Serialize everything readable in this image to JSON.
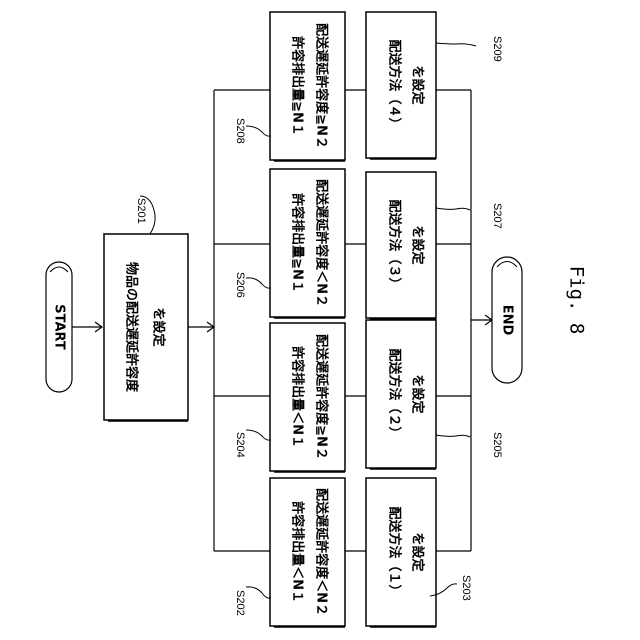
{
  "diagram": {
    "start": "START",
    "end": "END",
    "set_box": {
      "line1": "物品の配送遅延許容度",
      "line2": "を設定"
    },
    "conditions": [
      {
        "id": "c1",
        "line1": "許容排出量＜N１",
        "line2": "配送遅延許容度＜N２"
      },
      {
        "id": "c2",
        "line1": "許容排出量＜N１",
        "line2": "配送遅延許容度≧N２"
      },
      {
        "id": "c3",
        "line1": "許容排出量≧N１",
        "line2": "配送遅延許容度＜N２"
      },
      {
        "id": "c4",
        "line1": "許容排出量≧N１",
        "line2": "配送遅延許容度≧N２"
      }
    ],
    "methods": [
      {
        "id": "m1",
        "line1": "配送方法（１）",
        "line2": "を設定"
      },
      {
        "id": "m2",
        "line1": "配送方法（２）",
        "line2": "を設定"
      },
      {
        "id": "m3",
        "line1": "配送方法（３）",
        "line2": "を設定"
      },
      {
        "id": "m4",
        "line1": "配送方法（４）",
        "line2": "を設定"
      }
    ],
    "step_labels": {
      "s201": "S201",
      "s202": "S202",
      "s203": "S203",
      "s204": "S204",
      "s205": "S205",
      "s206": "S206",
      "s207": "S207",
      "s208": "S208",
      "s209": "S209"
    },
    "figure_caption": "Fig. 8"
  }
}
